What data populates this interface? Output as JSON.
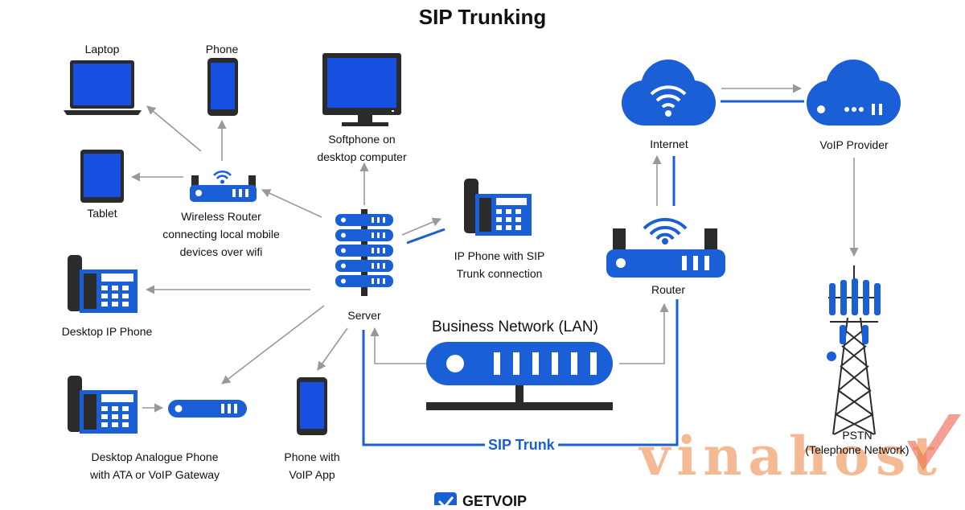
{
  "title": "SIP Trunking",
  "nodes": {
    "laptop": "Laptop",
    "phone": "Phone",
    "tablet": "Tablet",
    "wireless_router": [
      "Wireless Router",
      "connecting local mobile",
      "devices over wifi"
    ],
    "softphone": [
      "Softphone on",
      "desktop computer"
    ],
    "ip_phone_sip": [
      "IP Phone with SIP",
      "Trunk connection"
    ],
    "desktop_ip_phone": "Desktop IP Phone",
    "server": "Server",
    "analogue_phone": [
      "Desktop Analogue Phone",
      "with ATA or VoIP Gateway"
    ],
    "phone_voip_app": [
      "Phone with",
      "VoIP App"
    ],
    "lan": "Business Network (LAN)",
    "internet": "Internet",
    "router": "Router",
    "voip_provider": "VoIP Provider",
    "pstn": [
      "PSTN",
      "(Telephone Network)"
    ]
  },
  "sip_trunk_label": "SIP Trunk",
  "watermark": "vinahost",
  "brand": "GETVOIP",
  "colors": {
    "blue": "#1a5fd6",
    "screen_blue": "#1550e0",
    "dark": "#2b2b2b",
    "arrow": "#999999"
  }
}
